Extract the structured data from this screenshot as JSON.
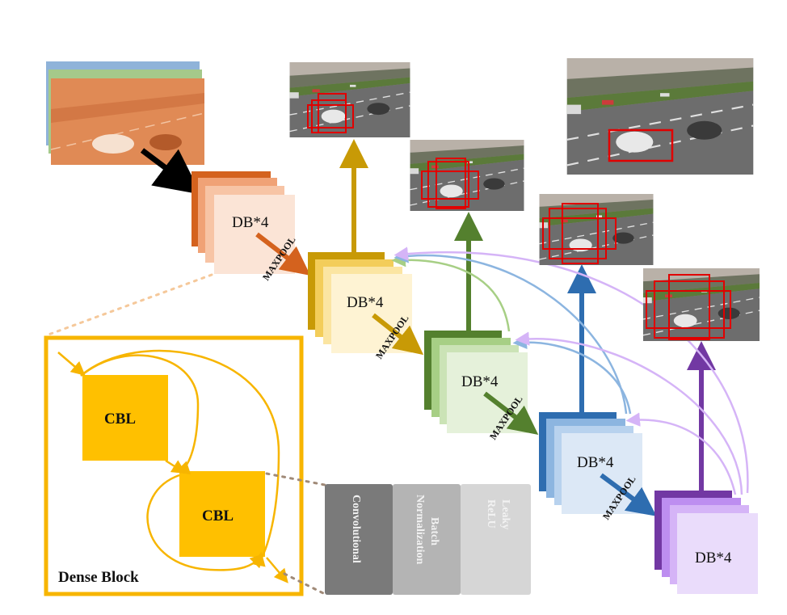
{
  "palette": {
    "orange": [
      "#d4621e",
      "#f0a276",
      "#f7c4a5",
      "#fbe4d6"
    ],
    "gold": [
      "#c89a06",
      "#f3cd5a",
      "#fbe5a2",
      "#fef3d3"
    ],
    "green": [
      "#54802e",
      "#a7cf85",
      "#cbe3b6",
      "#e5f1da"
    ],
    "blue": [
      "#2e6db0",
      "#8cb5e0",
      "#b8d2ee",
      "#dce8f6"
    ],
    "purple": [
      "#7238a3",
      "#bd8ef0",
      "#d5b4f7",
      "#eadcfb"
    ],
    "dense_yellow": "#f7b500",
    "cbl_fill": "#ffc000",
    "conv_fill": "#7a7a7a",
    "bn_fill": "#b4b4b4",
    "relu_fill": "#d6d6d6"
  },
  "stages": [
    {
      "label": "DB*4",
      "pool_label": "MAXPOOL"
    },
    {
      "label": "DB*4",
      "pool_label": "MAXPOOL"
    },
    {
      "label": "DB*4",
      "pool_label": "MAXPOOL"
    },
    {
      "label": "DB*4",
      "pool_label": "MAXPOOL"
    },
    {
      "label": "DB*4"
    }
  ],
  "dense_block": {
    "title": "Dense Block",
    "cbl_top": "CBL",
    "cbl_bottom": "CBL"
  },
  "cbl_detail": {
    "conv": "Convolutional",
    "bn_line1": "Batch",
    "bn_line2": "Normalization",
    "relu_line1": "Leaky",
    "relu_line2": "ReLU"
  },
  "icons": [
    "input-image-stack",
    "detection-image",
    "red-bounding-box",
    "arrow"
  ]
}
